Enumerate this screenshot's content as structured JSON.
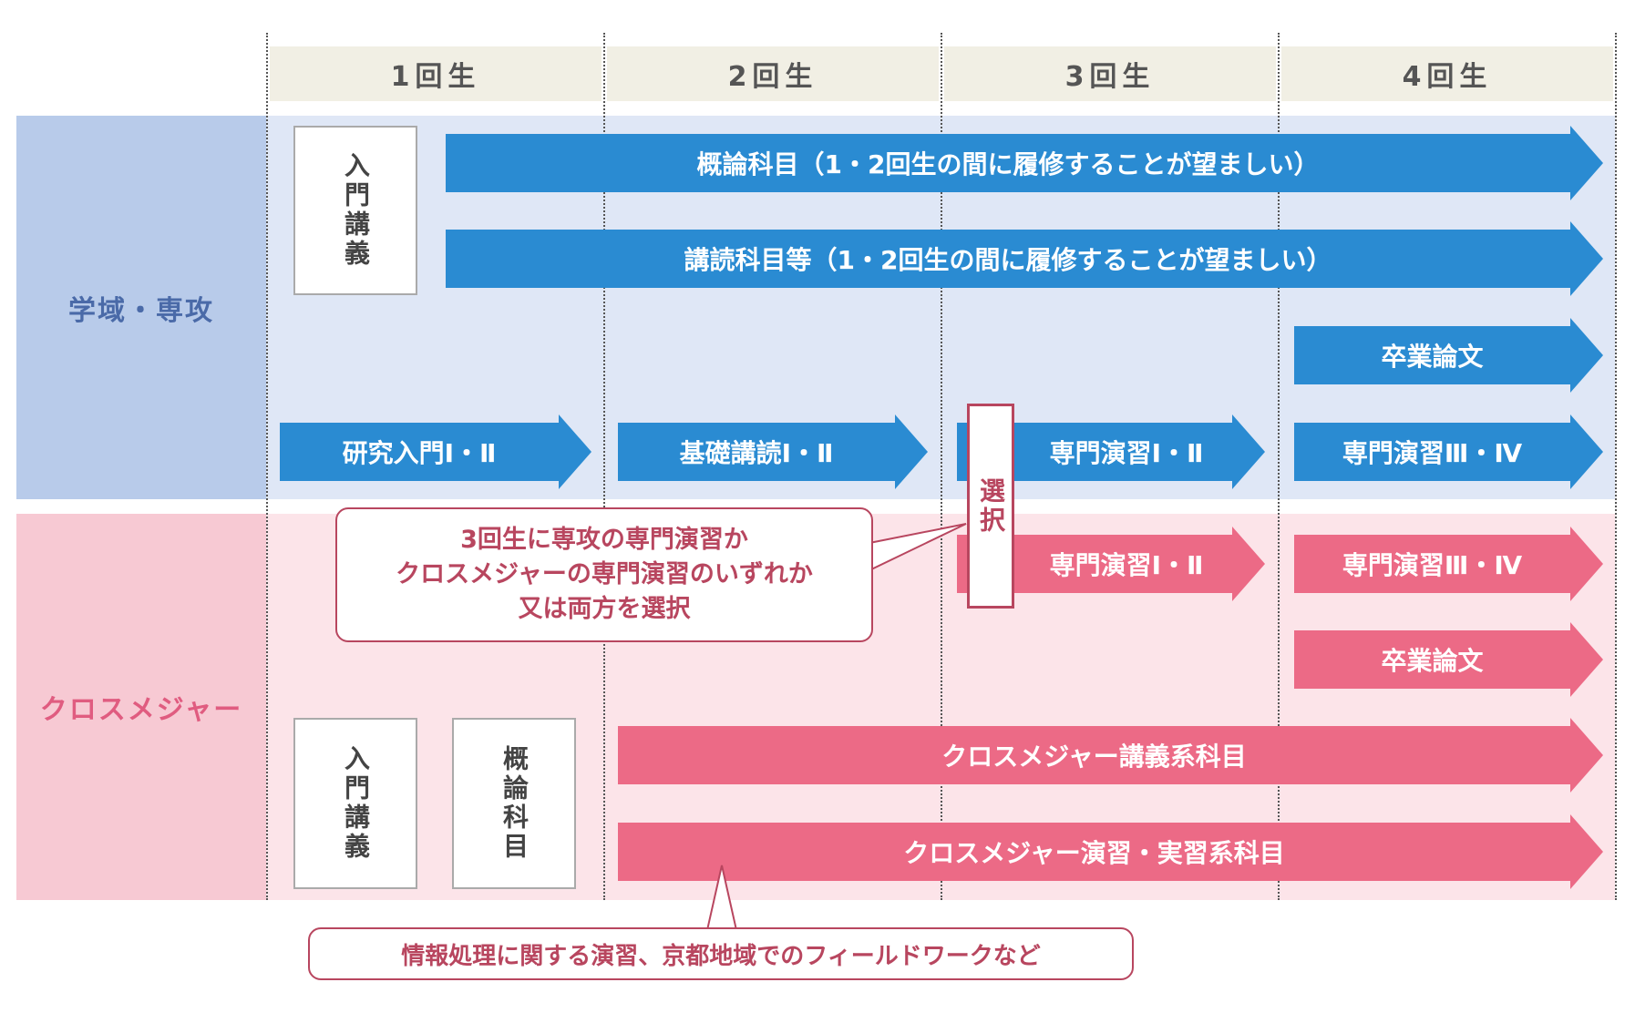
{
  "years": [
    "1回生",
    "2回生",
    "3回生",
    "4回生"
  ],
  "rows": {
    "major": "学域・専攻",
    "cross": "クロスメジャー"
  },
  "boxes": {
    "intro_lecture_major": "入門講義",
    "intro_lecture_cross": "入門講義",
    "overview_cross": "概論科目",
    "select": "選択"
  },
  "arrows": {
    "overview": "概論科目（1・2回生の間に履修することが望ましい）",
    "reading": "講読科目等（1・2回生の間に履修することが望ましい）",
    "thesis_major": "卒業論文",
    "research_intro": "研究入門Ⅰ・Ⅱ",
    "basic_reading": "基礎講読Ⅰ・Ⅱ",
    "seminar12_major": "専門演習Ⅰ・Ⅱ",
    "seminar34_major": "専門演習Ⅲ・Ⅳ",
    "seminar12_cross": "専門演習Ⅰ・Ⅱ",
    "seminar34_cross": "専門演習Ⅲ・Ⅳ",
    "thesis_cross": "卒業論文",
    "cross_lecture": "クロスメジャー講義系科目",
    "cross_practice": "クロスメジャー演習・実習系科目"
  },
  "callouts": {
    "choice": [
      "3回生に専攻の専門演習か",
      "クロスメジャーの専門演習のいずれか",
      "又は両方を選択"
    ],
    "note": "情報処理に関する演習、京都地域でのフィールドワークなど"
  },
  "colors": {
    "blue_arrow": "#2a8bd2",
    "pink_arrow": "#ec6a86",
    "blue_band": "#dfe7f6",
    "pink_band": "#fce4e9",
    "blue_label": "#4a6aa8",
    "pink_label": "#e05c80",
    "callout_border": "#b8465f"
  }
}
